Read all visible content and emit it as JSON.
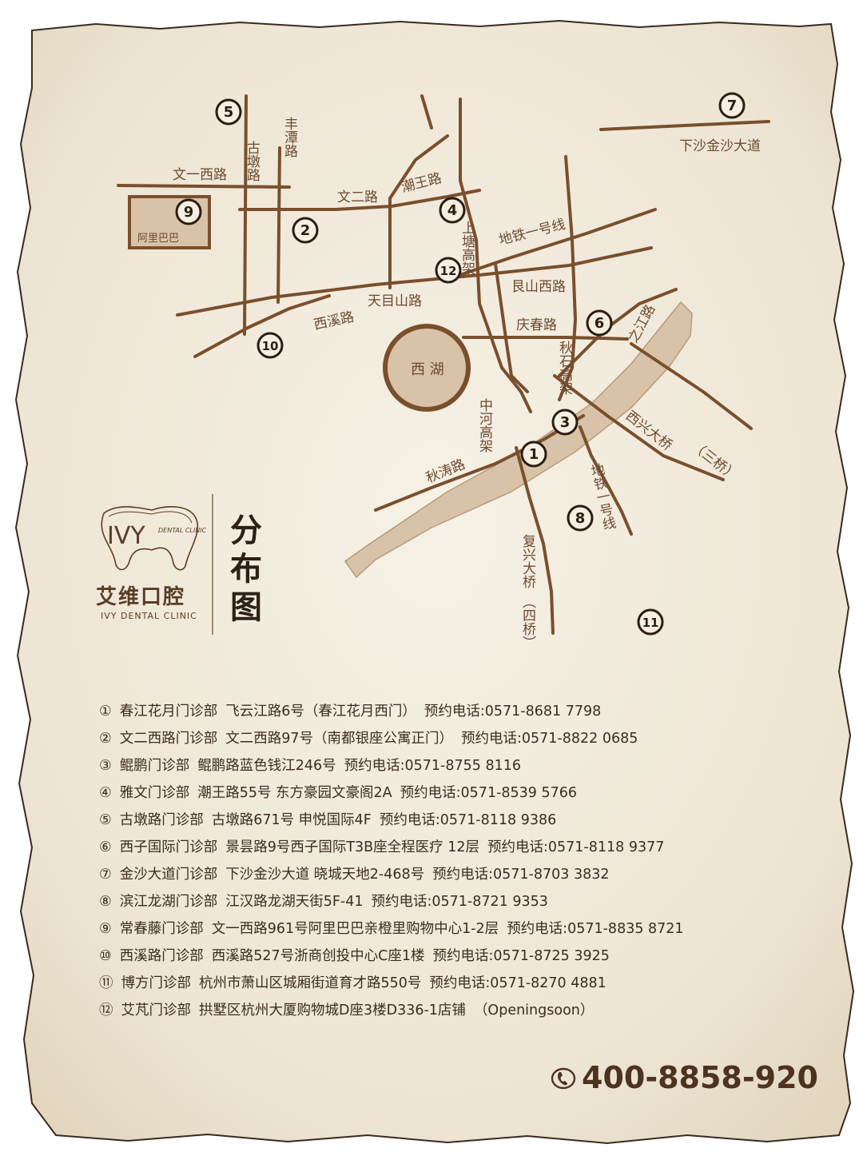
{
  "map": {
    "roads": [
      "文一西路",
      "古墩路",
      "丰潭路",
      "文二路",
      "潮王路",
      "上塘高架",
      "地铁一号线",
      "天目山路",
      "艮山西路",
      "西溪路",
      "庆春路",
      "秋石高架",
      "之江路",
      "中河高架",
      "西兴大桥",
      "（三桥）",
      "秋涛路",
      "地铁一号线",
      "复兴大桥",
      "（四桥）",
      "下沙金沙大道"
    ],
    "landmarks": {
      "lake": "西 湖",
      "alibaba": "阿里巴巴"
    },
    "markers": [
      "1",
      "2",
      "3",
      "4",
      "5",
      "6",
      "7",
      "8",
      "9",
      "10",
      "11",
      "12"
    ]
  },
  "logo": {
    "brand_mark": "IVY",
    "brand_sub": "DENTAL CLINIC",
    "name_cn": "艾维口腔",
    "name_en": "IVY DENTAL CLINIC"
  },
  "title": {
    "chars": [
      "分",
      "布",
      "图"
    ]
  },
  "clinics": [
    {
      "num": "①",
      "name": "春江花月门诊部",
      "address": "飞云江路6号（春江花月西门）",
      "phone": "预约电话:0571-8681 7798"
    },
    {
      "num": "②",
      "name": "文二西路门诊部",
      "address": "文二西路97号（南都银座公寓正门）",
      "phone": "预约电话:0571-8822 0685"
    },
    {
      "num": "③",
      "name": "鲲鹏门诊部",
      "address": "鲲鹏路蓝色钱江246号",
      "phone": "预约电话:0571-8755 8116"
    },
    {
      "num": "④",
      "name": "雅文门诊部",
      "address": "潮王路55号 东方豪园文豪阁2A",
      "phone": "预约电话:0571-8539 5766"
    },
    {
      "num": "⑤",
      "name": "古墩路门诊部",
      "address": "古墩路671号 申悦国际4F",
      "phone": "预约电话:0571-8118 9386"
    },
    {
      "num": "⑥",
      "name": "西子国际门诊部",
      "address": "景昙路9号西子国际T3B座全程医疗 12层",
      "phone": "预约电话:0571-8118 9377"
    },
    {
      "num": "⑦",
      "name": "金沙大道门诊部",
      "address": "下沙金沙大道 晓城天地2-468号",
      "phone": "预约电话:0571-8703 3832"
    },
    {
      "num": "⑧",
      "name": "滨江龙湖门诊部",
      "address": "江汉路龙湖天街5F-41",
      "phone": "预约电话:0571-8721 9353"
    },
    {
      "num": "⑨",
      "name": "常春藤门诊部",
      "address": "文一西路961号阿里巴巴亲橙里购物中心1-2层",
      "phone": "预约电话:0571-8835 8721"
    },
    {
      "num": "⑩",
      "name": "西溪路门诊部",
      "address": "西溪路527号浙商创投中心C座1楼",
      "phone": "预约电话:0571-8725 3925"
    },
    {
      "num": "⑪",
      "name": "博方门诊部",
      "address": "杭州市萧山区城厢街道育才路550号",
      "phone": "预约电话:0571-8270 4881"
    },
    {
      "num": "⑫",
      "name": "艾芃门诊部",
      "address": "拱墅区杭州大厦购物城D座3楼D336-1店铺",
      "phone": "（Openingsoon）"
    }
  ],
  "hotline": "400-8858-920",
  "colors": {
    "paper": "#efe8d9",
    "road": "#7a4f2c",
    "river": "#d8c3a8",
    "text": "#3b2c20",
    "accent": "#4e3220"
  }
}
